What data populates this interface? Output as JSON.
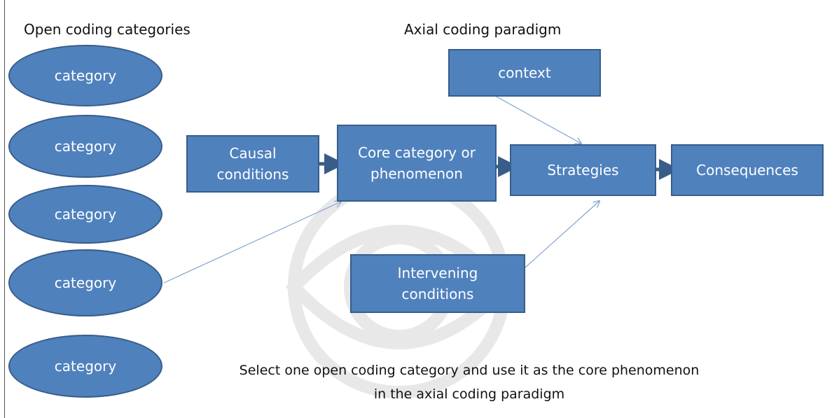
{
  "headings": {
    "open_coding": "Open coding categories",
    "axial_coding": "Axial coding paradigm"
  },
  "categories": [
    "category",
    "category",
    "category",
    "category",
    "category"
  ],
  "boxes": {
    "context": "context",
    "causal_conditions": "Causal\nconditions",
    "core_category": "Core category or\nphenomenon",
    "strategies": "Strategies",
    "consequences": "Consequences",
    "intervening_conditions": "Intervening\nconditions"
  },
  "caption": {
    "line1": "Select one open coding category and use it as the core phenomenon",
    "line2": "in the axial coding paradigm"
  },
  "colors": {
    "fill": "#4f81bd",
    "border": "#385d8a",
    "arrow": "#385d8a",
    "thin_arrow": "#7fa3cf"
  }
}
